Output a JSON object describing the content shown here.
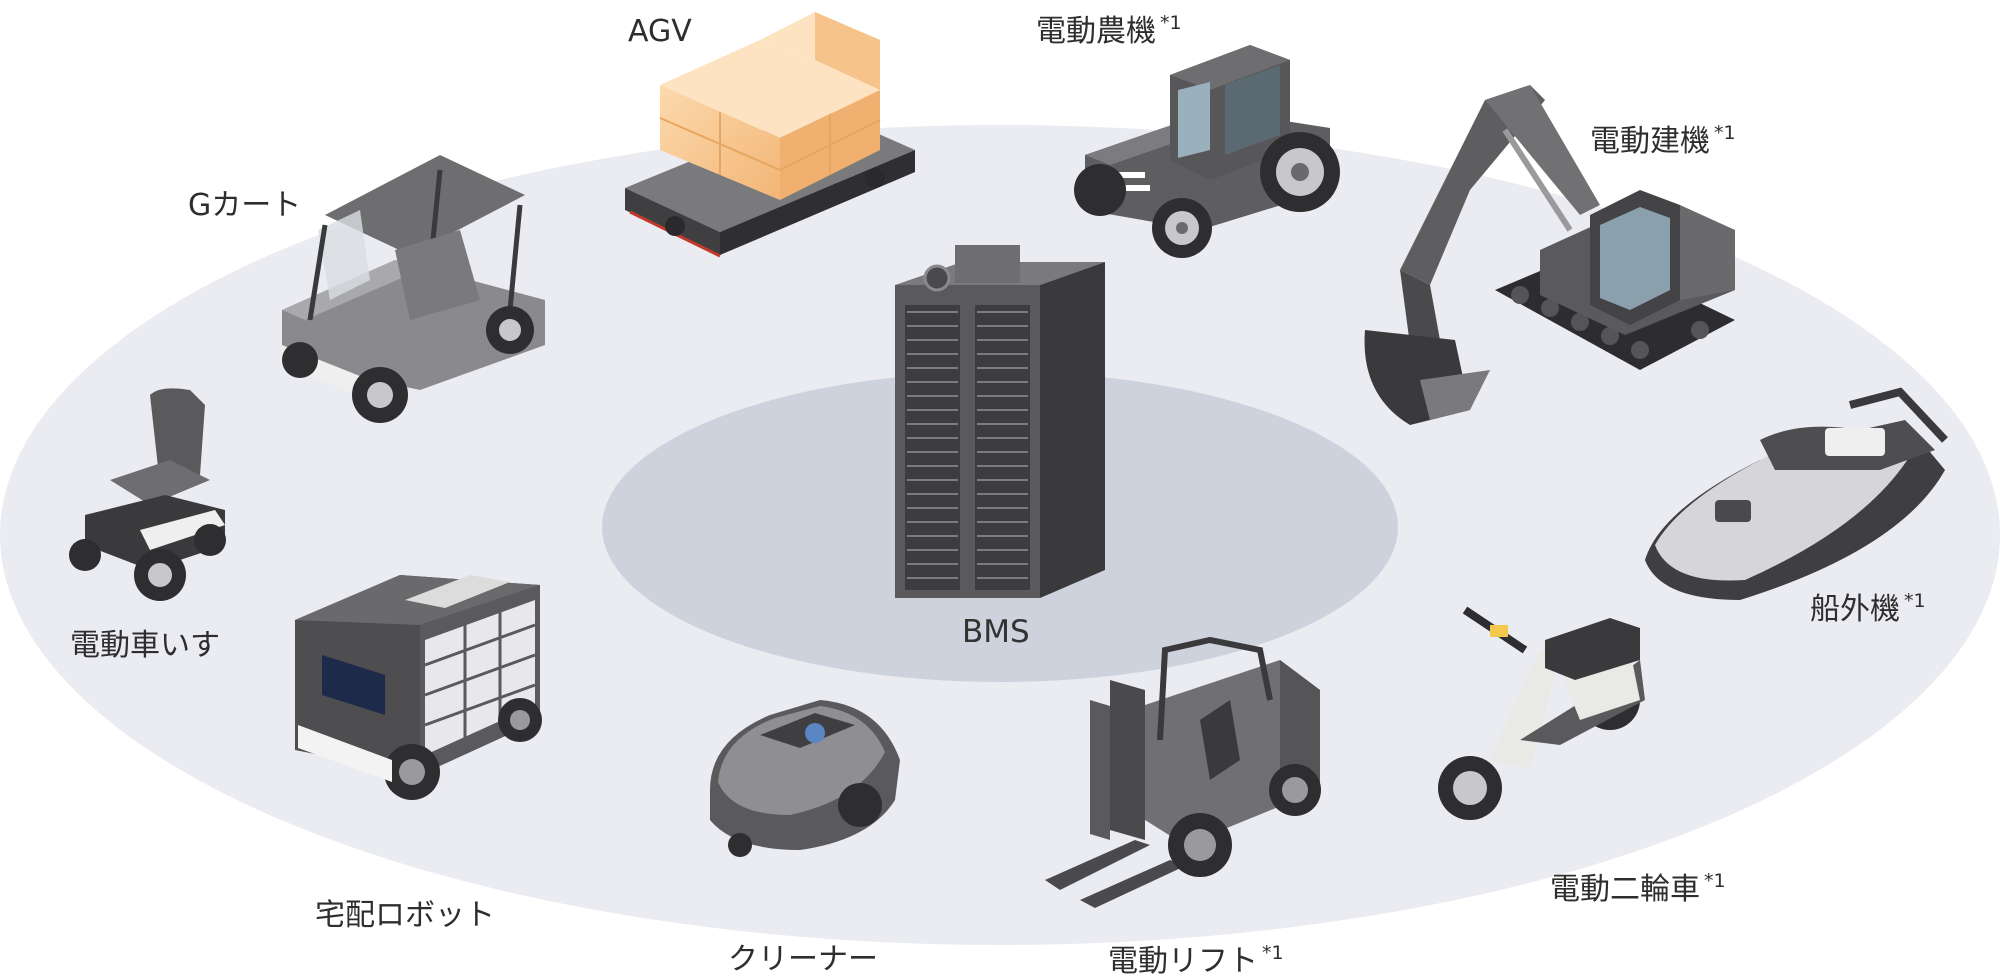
{
  "center": {
    "label": "BMS"
  },
  "devices": {
    "agv": {
      "label": "AGV",
      "note": ""
    },
    "ag_machine": {
      "label": "電動農機",
      "note": "*1"
    },
    "construction": {
      "label": "電動建機",
      "note": "*1"
    },
    "outboard": {
      "label": "船外機",
      "note": "*1"
    },
    "two_wheeler": {
      "label": "電動二輪車",
      "note": "*1"
    },
    "forklift": {
      "label": "電動リフト",
      "note": "*1"
    },
    "cleaner": {
      "label": "クリーナー",
      "note": ""
    },
    "delivery_robot": {
      "label": "宅配ロボット",
      "note": ""
    },
    "wheelchair": {
      "label": "電動車いす",
      "note": ""
    },
    "golf_cart": {
      "label": "Gカート",
      "note": ""
    }
  },
  "colors": {
    "outer_ellipse": "#ebecf1",
    "inner_ellipse": "#cdd2dc",
    "machine_dark": "#4a4a4c",
    "machine_mid": "#6e6e70",
    "machine_light": "#a9a9ab",
    "cargo": "#f6c48a",
    "label_text": "#2e2e2e"
  }
}
